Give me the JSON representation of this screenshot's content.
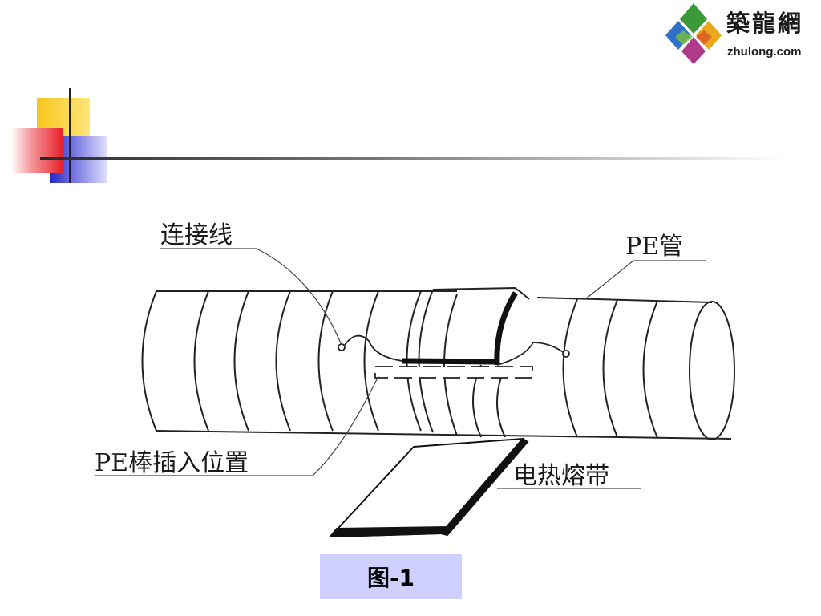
{
  "logo": {
    "name_cn": "築龍網",
    "domain": "zhulong.com",
    "colors": [
      "#3a9a3a",
      "#e8a81c",
      "#3070c8",
      "#b03a8a"
    ]
  },
  "accent": {
    "yellow": "#f7c71c",
    "red": "#e8202a",
    "blue": "#2626c8",
    "line": "#555555"
  },
  "diagram": {
    "labels": {
      "lead_wire": "连接线",
      "pe_pipe": "PE管",
      "pe_rod_position": "PE棒插入位置",
      "electrofusion_belt": "电热熔带"
    }
  },
  "caption": "图-1"
}
